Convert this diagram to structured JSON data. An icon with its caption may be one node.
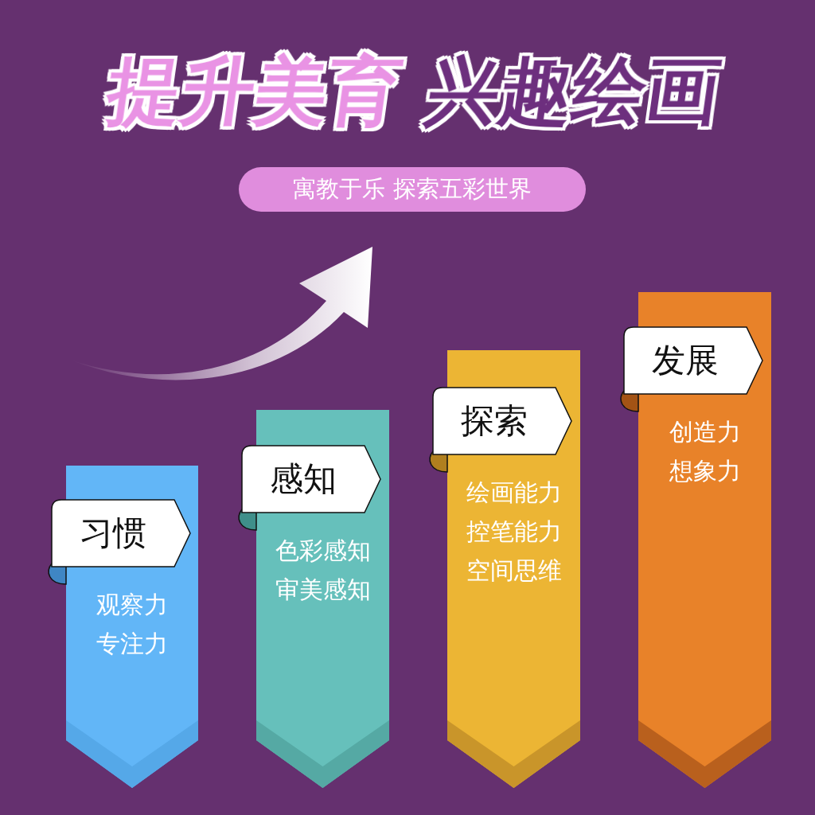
{
  "diagram": {
    "title": "提升美育 兴趣绘画",
    "nodes": [
      {
        "text": [
          "寓教于乐 探索五彩世界"
        ]
      },
      {
        "text": [
          "习惯",
          "观察力",
          "专注力"
        ]
      },
      {
        "text": [
          "感知",
          "色彩感知",
          "审美感知"
        ]
      },
      {
        "text": [
          "探索",
          "绘画能力",
          "控笔能力",
          "空间思维"
        ]
      },
      {
        "text": [
          "发展",
          "创造力",
          "想象力"
        ]
      }
    ],
    "edges": []
  }
}
